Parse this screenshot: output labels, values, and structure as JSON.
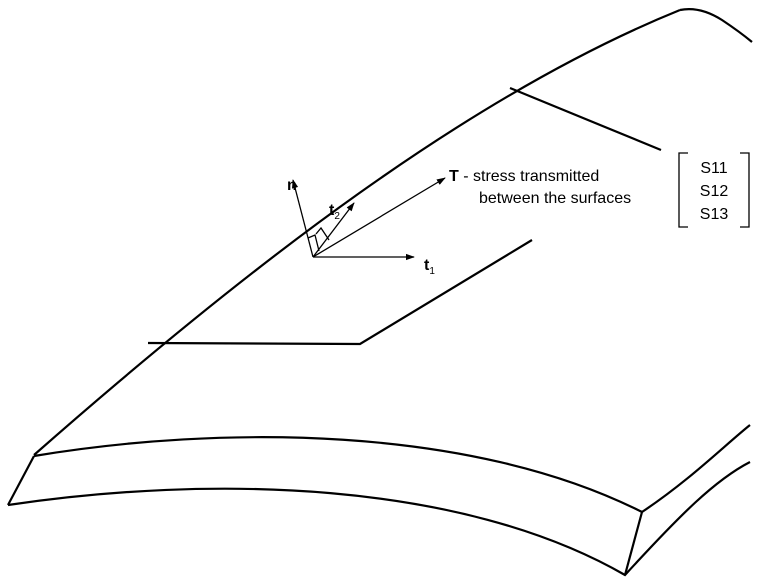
{
  "vectors": {
    "normal": {
      "symbol": "n"
    },
    "tangent1": {
      "symbol": "t",
      "subscript": "1"
    },
    "tangent2": {
      "symbol": "t",
      "subscript": "2"
    },
    "traction": {
      "symbol": "T",
      "desc_line1": " - stress transmitted",
      "desc_line2": "between the surfaces"
    }
  },
  "stress_components": [
    "S11",
    "S12",
    "S13"
  ],
  "colors": {
    "line": "#000000",
    "background": "#ffffff"
  }
}
